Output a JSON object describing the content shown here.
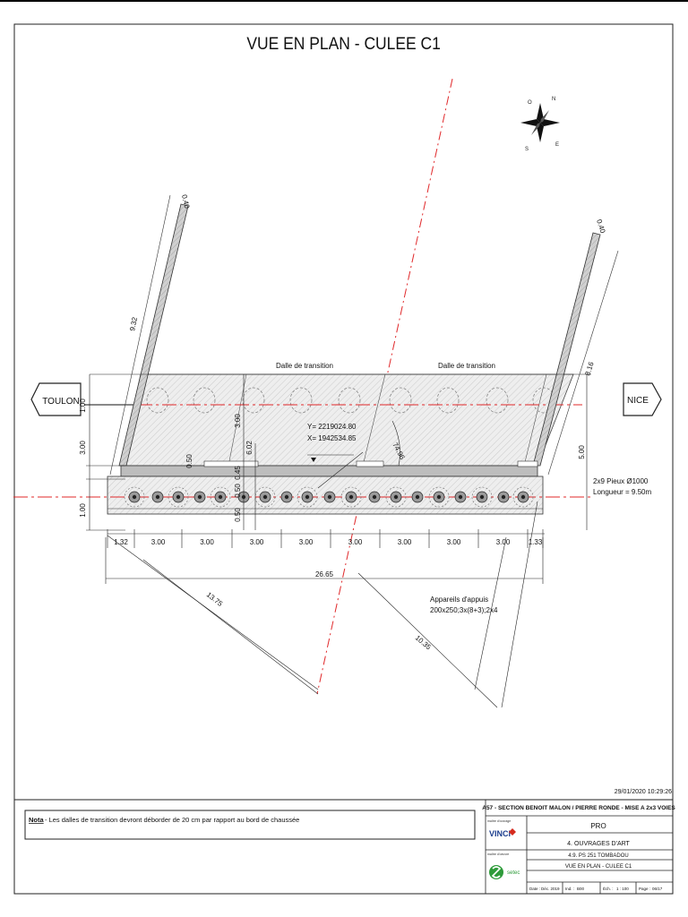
{
  "drawing": {
    "title": "VUE EN PLAN - CULEE C1",
    "toulon_label": "TOULON",
    "nice_label": "NICE",
    "dalle_left": "Dalle de transition",
    "dalle_right": "Dalle de transition",
    "coord_y": "Y= 2219024.80",
    "coord_x": "X= 1942534.85",
    "angle": "74.96",
    "pieux_line1": "2x9 Pieux Ø1000",
    "pieux_line2": "Longueur = 9.50m",
    "appareils_line1": "Appareils d'appuis",
    "appareils_line2": "200x250;3x(8+3);2x4",
    "wing_left_width": "0.40",
    "wing_right_width": "0.40",
    "wing_left_length": "9.32",
    "wing_right_length": "8.16",
    "overall_width": "26.65",
    "bottom_spans": [
      "1.32",
      "3.00",
      "3.00",
      "3.00",
      "3.00",
      "3.00",
      "3.00",
      "3.00",
      "3.00",
      "1.33"
    ],
    "left_dims": [
      "1.00",
      "3.00",
      "1.00"
    ],
    "center_vert_dims": [
      "3.00",
      "6.02",
      "0.45",
      "0.50",
      "0.50",
      "0.50"
    ],
    "right_dim": "5.00",
    "diag_left": "13.75",
    "diag_right": "10.35",
    "north": [
      "N",
      "E",
      "S",
      "O"
    ],
    "timestamp": "29/01/2020 10:29:26"
  },
  "note": {
    "label": "Nota",
    "text": "- Les dalles de transition devront déborder de 20 cm par rapport au bord de chaussée"
  },
  "titleblock": {
    "project": "A57 - SECTION BENOIT MALON / PIERRE RONDE - MISE A 2x3 VOIES",
    "client_caption": "maître d'ouvrage",
    "client_logo": "VINCI",
    "design_caption": "maître d'oeuvre",
    "design_logo": "setec",
    "phase": "PRO",
    "section": "4. OUVRAGES D'ART",
    "structure": "4.9. PS 251 TOMBADOU",
    "sheet_title": "VUE EN PLAN - CULEE C1",
    "date_label": "Date :",
    "date_value": "Déc. 2019",
    "ind_label": "Ind. :",
    "ind_value": "B00",
    "scale_label": "Éch. :",
    "scale_value": "1 : 100",
    "page_label": "Page :",
    "page_value": "06/17"
  },
  "colors": {
    "axis_red": "#e0282a",
    "ink": "#1a1a1a",
    "hatch_fill": "#eaeaea",
    "slab_fill": "#c9c9c9",
    "vinci_blue": "#1d3f8f",
    "vinci_red": "#d52b1e",
    "setec_green": "#2e9b3a"
  }
}
